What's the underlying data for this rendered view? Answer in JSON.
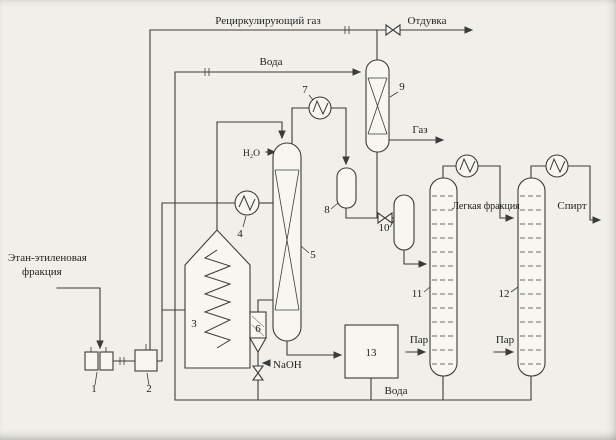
{
  "diagram": {
    "ink_color": "#3b3b3b",
    "paper_color": "#f0efe9",
    "labels": {
      "recycle_gas": "Рециркулирующий газ",
      "purge": "Отдувка",
      "water_top": "Вода",
      "feed_line1": "Этан-этиленовая",
      "feed_line2": "фракция",
      "h2o": "Н₂О",
      "gas": "Газ",
      "naoh": "NaOH",
      "light_fraction": "Легкая фракция",
      "spirit": "Спирт",
      "steam_left": "Пар",
      "steam_right": "Пар",
      "water_bottom": "Вода"
    },
    "numbers": {
      "n1": "1",
      "n2": "2",
      "n3": "3",
      "n4": "4",
      "n5": "5",
      "n6": "6",
      "n7": "7",
      "n8": "8",
      "n9": "9",
      "n10": "10",
      "n11": "11",
      "n12": "12",
      "n13": "13"
    }
  }
}
